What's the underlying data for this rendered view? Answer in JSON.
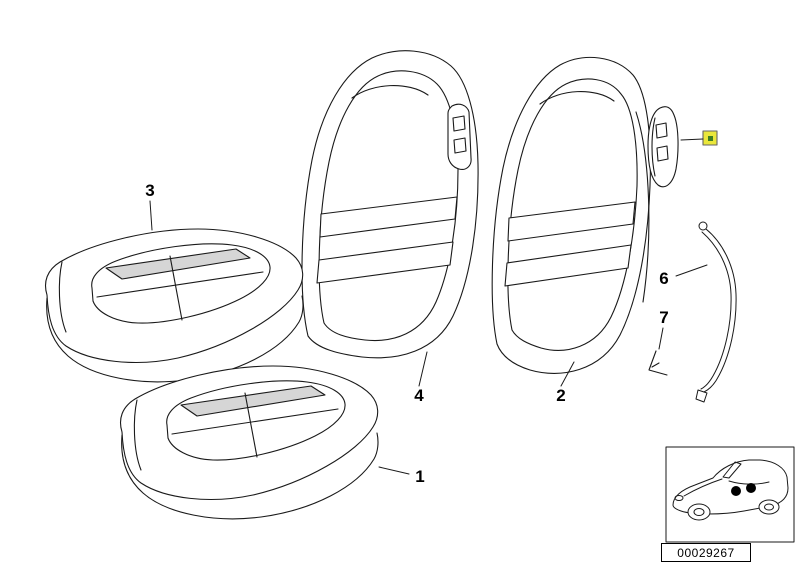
{
  "diagram": {
    "callouts": [
      {
        "part": "seat-cushion-upper",
        "label": "3"
      },
      {
        "part": "seat-cushion-lower",
        "label": "1"
      },
      {
        "part": "backrest-front",
        "label": "4"
      },
      {
        "part": "backrest-rear",
        "label": "2"
      },
      {
        "part": "cable",
        "label": "6"
      },
      {
        "part": "clip",
        "label": "7"
      }
    ],
    "highlight": {
      "color": "#eae73b",
      "glyph_color": "#3f7d23"
    },
    "part_number": "00029267"
  }
}
